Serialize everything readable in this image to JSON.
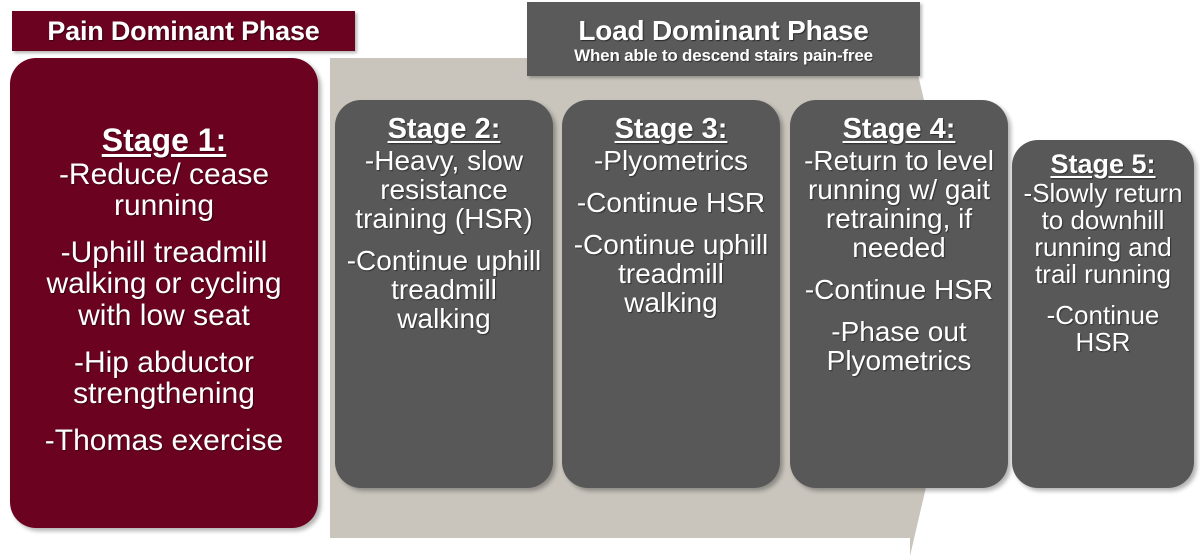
{
  "phases": [
    {
      "id": "pain-dominant",
      "title": "Pain Dominant Phase",
      "subtitle": "",
      "color": "#6B0320"
    },
    {
      "id": "load-dominant",
      "title": "Load Dominant Phase",
      "subtitle": "When able to descend stairs pain-free",
      "color": "#5A5A5A"
    }
  ],
  "arrow": {
    "name": "progression-arrow",
    "color": "#C9C5BD",
    "direction": "right"
  },
  "stages": [
    {
      "id": "stage-1",
      "title": "Stage 1:",
      "phase": "pain-dominant",
      "color": "#6B0320",
      "items": [
        "-Reduce/ cease running",
        "-Uphill treadmill walking or cycling with low seat",
        "-Hip abductor strengthening",
        "-Thomas exercise"
      ]
    },
    {
      "id": "stage-2",
      "title": "Stage 2:",
      "phase": "load-dominant",
      "color": "#585858",
      "items": [
        "-Heavy, slow resistance training (HSR)",
        "-Continue uphill treadmill walking"
      ]
    },
    {
      "id": "stage-3",
      "title": "Stage 3:",
      "phase": "load-dominant",
      "color": "#585858",
      "items": [
        "-Plyometrics",
        "-Continue HSR",
        "-Continue uphill treadmill walking"
      ]
    },
    {
      "id": "stage-4",
      "title": "Stage 4:",
      "phase": "load-dominant",
      "color": "#585858",
      "items": [
        "-Return to level running w/ gait retraining, if needed",
        "-Continue HSR",
        "-Phase out Plyometrics"
      ]
    },
    {
      "id": "stage-5",
      "title": "Stage 5:",
      "phase": "load-dominant",
      "color": "#585858",
      "items": [
        "-Slowly return to downhill running and trail running",
        "-Continue HSR"
      ]
    }
  ]
}
